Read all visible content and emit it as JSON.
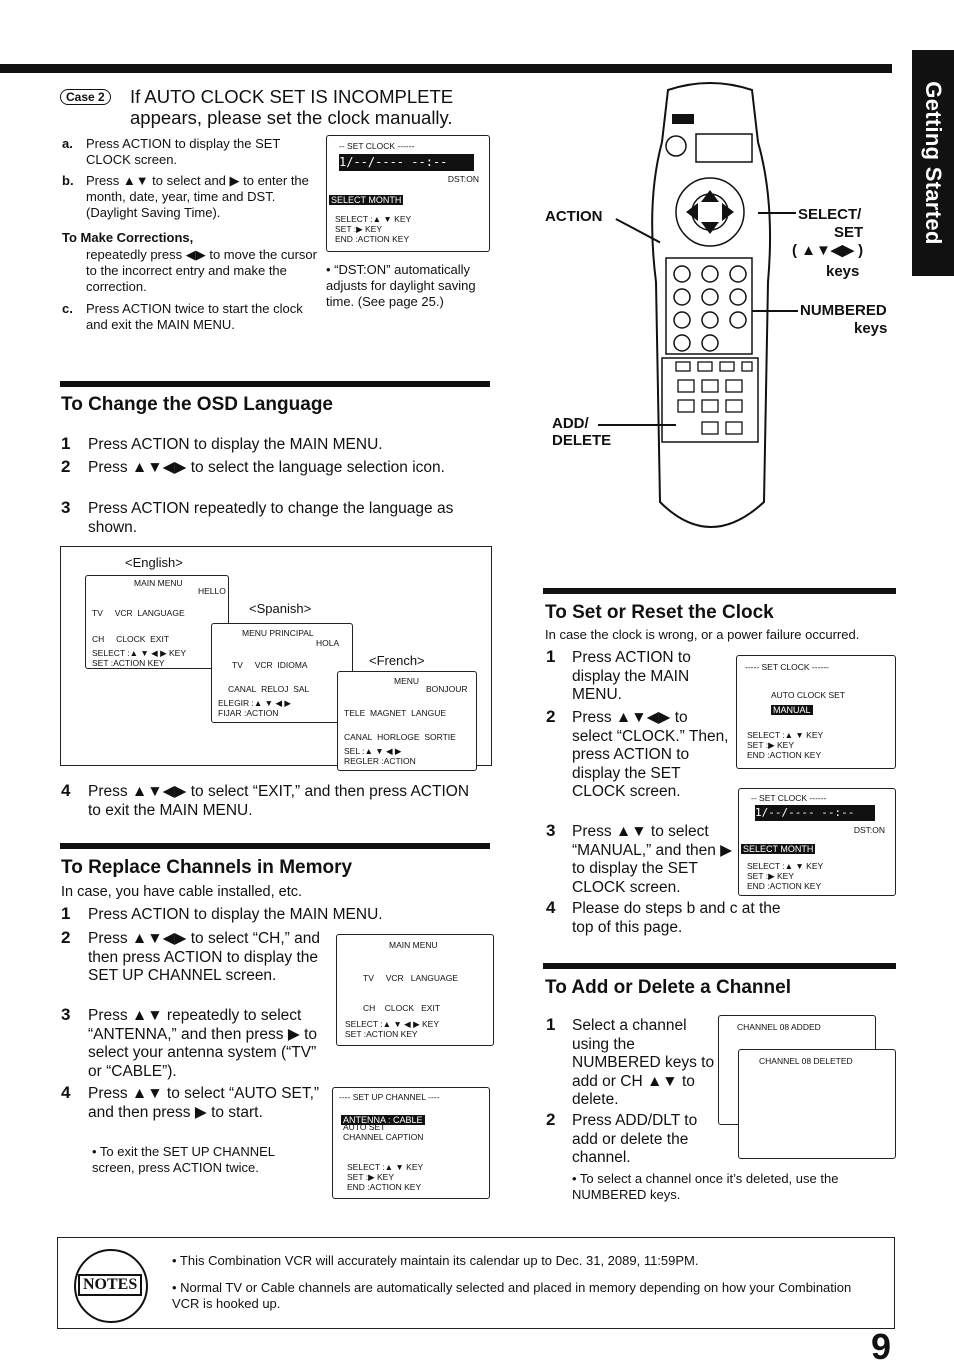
{
  "side_tab": "Getting Started",
  "page_number": "9",
  "case2": {
    "badge": "Case 2",
    "heading_line1": "If AUTO CLOCK SET IS INCOMPLETE",
    "heading_line2": "appears, please set the clock manually.",
    "step_a_letter": "a.",
    "step_a": "Press ACTION to display the SET CLOCK screen.",
    "step_b_letter": "b.",
    "step_b": "Press ▲▼ to select and ▶ to enter the month, date, year, time and DST. (Daylight Saving Time).",
    "corrections_title": "To Make Corrections,",
    "corrections_text": "repeatedly press ◀▶ to move the cursor to the incorrect entry and make the correction.",
    "step_c_letter": "c.",
    "step_c": "Press ACTION twice to start the clock and exit the MAIN MENU.",
    "dst_note": "• “DST:ON” automatically adjusts for daylight saving time. (See page 25.)"
  },
  "set_clock_screen": {
    "title": "SET CLOCK",
    "value": "1/--/----  --:--",
    "dst": "DST:ON",
    "highlight": "SELECT MONTH",
    "rows": [
      "SELECT :▲ ▼ KEY",
      "SET    :▶ KEY",
      "END    :ACTION KEY"
    ]
  },
  "remote_labels": {
    "action": "ACTION",
    "select_set": "SELECT/",
    "set": "SET",
    "arrows": "( ▲▼◀▶ )",
    "keys": "keys",
    "numbered": "NUMBERED",
    "numbered_keys": "keys",
    "add": "ADD/",
    "delete": "DELETE"
  },
  "osd_language": {
    "title": "To Change the OSD Language",
    "steps": [
      {
        "n": "1",
        "text": "Press ACTION to display the MAIN MENU."
      },
      {
        "n": "2",
        "text": "Press ▲▼◀▶ to select the language selection icon."
      },
      {
        "n": "3",
        "text": "Press ACTION repeatedly to change the language as shown."
      },
      {
        "n": "4",
        "text": "Press ▲▼◀▶ to select “EXIT,” and then press ACTION to exit the MAIN MENU."
      }
    ],
    "english": "<English>",
    "spanish": "<Spanish>",
    "french": "<French>",
    "en_menu": {
      "title": "MAIN MENU",
      "hello": "HELLO",
      "labels": [
        "TV",
        "VCR",
        "LANGUAGE",
        "CH",
        "CLOCK",
        "EXIT"
      ],
      "rows": [
        "SELECT :▲ ▼ ◀ ▶ KEY",
        "SET    :ACTION KEY"
      ]
    },
    "es_menu": {
      "title": "MENU PRINCIPAL",
      "hello": "HOLA",
      "labels": [
        "TV",
        "VCR",
        "IDIOMA",
        "CANAL",
        "RELOJ",
        "SAL"
      ],
      "rows": [
        "ELEGIR :▲ ▼ ◀ ▶",
        "FIJAR  :ACTION"
      ]
    },
    "fr_menu": {
      "title": "MENU",
      "hello": "BONJOUR",
      "labels": [
        "TELE",
        "MAGNET",
        "LANGUE",
        "CANAL",
        "HORLOGE",
        "SORTIE"
      ],
      "rows": [
        "SEL    :▲ ▼ ◀ ▶",
        "REGLER :ACTION"
      ]
    }
  },
  "replace_channels": {
    "title": "To Replace Channels in Memory",
    "subtitle": "In case, you have cable installed, etc.",
    "steps": [
      {
        "n": "1",
        "text": "Press ACTION to display the MAIN MENU."
      },
      {
        "n": "2",
        "text": "Press ▲▼◀▶ to select “CH,” and then press ACTION to display the SET UP CHANNEL screen."
      },
      {
        "n": "3",
        "text": "Press ▲▼ repeatedly to select “ANTENNA,” and then press ▶ to select your antenna system (“TV” or “CABLE”)."
      },
      {
        "n": "4",
        "text": "Press ▲▼ to select “AUTO SET,” and then press ▶ to start."
      }
    ],
    "note": "• To exit the SET UP CHANNEL screen, press ACTION twice.",
    "main_menu": {
      "title": "MAIN MENU",
      "labels": [
        "TV",
        "VCR",
        "LANGUAGE",
        "CH",
        "CLOCK",
        "EXIT"
      ],
      "rows": [
        "SELECT :▲ ▼ ◀ ▶ KEY",
        "SET    :ACTION KEY"
      ]
    },
    "setup_screen": {
      "title": "SET UP CHANNEL",
      "highlight": "ANTENNA : CABLE",
      "items": [
        "AUTO SET",
        "CHANNEL CAPTION"
      ],
      "rows": [
        "SELECT :▲ ▼ KEY",
        "SET    :▶ KEY",
        "END    :ACTION KEY"
      ]
    }
  },
  "set_reset_clock": {
    "title": "To Set or Reset the Clock",
    "subtitle": "In case the clock is wrong, or a power failure occurred.",
    "steps": [
      {
        "n": "1",
        "text": "Press ACTION to display the MAIN MENU."
      },
      {
        "n": "2",
        "text": "Press ▲▼◀▶ to select “CLOCK.” Then, press ACTION to display the SET CLOCK screen."
      },
      {
        "n": "3",
        "text": "Press ▲▼ to select “MANUAL,” and then ▶ to display the SET CLOCK screen."
      },
      {
        "n": "4",
        "text": "Please do steps b and c at the top of this page."
      }
    ],
    "screen1": {
      "title": "SET CLOCK",
      "item": "AUTO CLOCK SET",
      "highlight": "MANUAL",
      "rows": [
        "SELECT :▲ ▼ KEY",
        "SET    :▶ KEY",
        "END    :ACTION KEY"
      ]
    },
    "screen2": {
      "title": "SET CLOCK",
      "value": "1/--/----  --:--",
      "dst": "DST:ON",
      "highlight": "SELECT MONTH",
      "rows": [
        "SELECT :▲ ▼ KEY",
        "SET    :▶ KEY",
        "END    :ACTION KEY"
      ]
    }
  },
  "add_delete": {
    "title": "To Add or Delete a Channel",
    "steps": [
      {
        "n": "1",
        "text": "Select a channel using the NUMBERED keys to add or CH ▲▼ to delete."
      },
      {
        "n": "2",
        "text": "Press ADD/DLT to add or delete the channel."
      }
    ],
    "note": "• To select a channel once it’s deleted, use the NUMBERED keys.",
    "screen_added": "CHANNEL 08 ADDED",
    "screen_deleted": "CHANNEL 08 DELETED"
  },
  "notes": {
    "badge": "NOTES",
    "items": [
      "• This Combination VCR will accurately maintain its calendar up to Dec. 31, 2089, 11:59PM.",
      "• Normal TV or Cable channels are automatically selected and placed in memory depending on how your Combination VCR is hooked up."
    ]
  }
}
